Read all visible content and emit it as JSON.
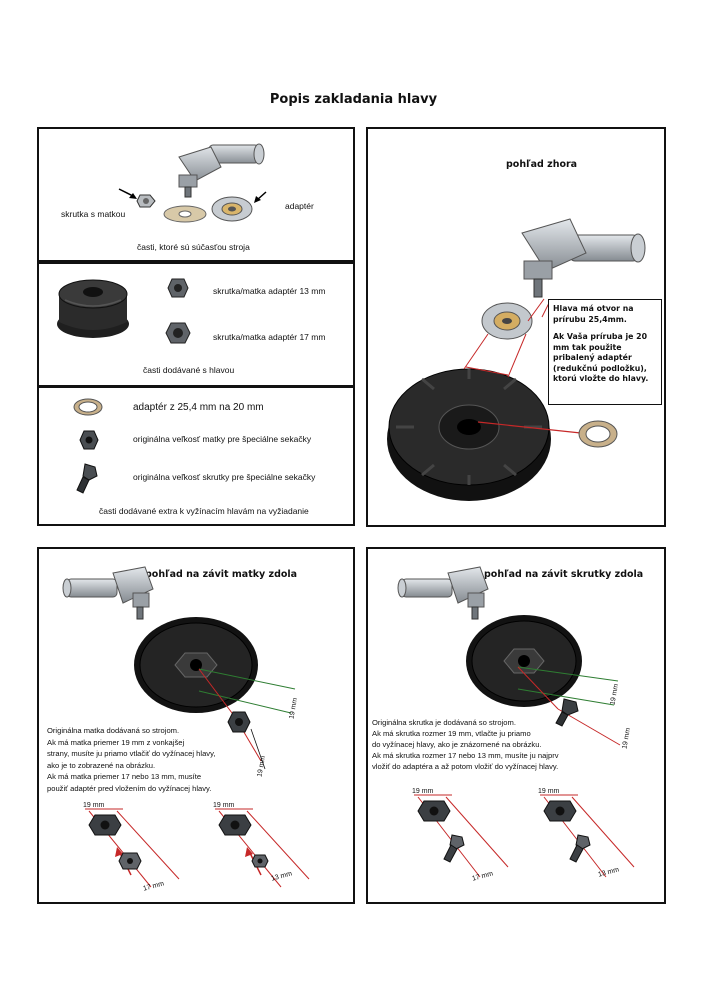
{
  "title": "Popis zakladania hlavy",
  "panel1": {
    "label_bolt_nut": "skrutka s matkou",
    "label_adapter": "adaptér",
    "caption": "časti, ktoré sú súčasťou stroja"
  },
  "panel2": {
    "label_13": "skrutka/matka adaptér 13 mm",
    "label_17": "skrutka/matka adaptér 17 mm",
    "caption": "časti dodávané s hlavou"
  },
  "panel3": {
    "label_adapter": "adaptér z 25,4 mm na 20 mm",
    "label_nut": "originálna veľkosť matky pre špeciálne sekačky",
    "label_bolt": "originálna veľkosť skrutky pre špeciálne sekačky",
    "caption": "časti dodávané extra k vyžínacím hlavám na vyžiadanie"
  },
  "panel4": {
    "heading": "pohľad zhora",
    "note_line1": "Hlava má otvor na",
    "note_line2": "prírubu 25,4mm.",
    "note_line3": "Ak Vaša príruba je 20",
    "note_line4": "mm tak použite",
    "note_line5": "pribalený adaptér",
    "note_line6": "(redukčnú podložku),",
    "note_line7": "ktorú vložte do hlavy."
  },
  "panel5": {
    "heading": "pohľad na závit matky zdola",
    "text_line1": "Originálna matka dodávaná so strojom.",
    "text_line2": "Ak má matka priemer 19 mm z vonkajšej",
    "text_line3": "strany, musíte ju priamo  vtlačiť do vyžínacej hlavy,",
    "text_line4": "ako je to zobrazené na obrázku.",
    "text_line5": "Ak má matka priemer 17 nebo 13 mm, musíte",
    "text_line6": " použiť adaptér pred vložením do vyžínacej hlavy.",
    "dim_19a": "19 mm",
    "dim_19b": "19 mm",
    "dim_19c": "19 mm",
    "dim_19d": "19 mm",
    "dim_17": "17 mm",
    "dim_13": "13 mm"
  },
  "panel6": {
    "heading": "pohľad na závit skrutky zdola",
    "text_line1": "Originálna skrutka je dodávaná so strojom.",
    "text_line2": "Ak má skrutka rozmer 19 mm, vtlačte ju priamo",
    "text_line3": "do vyžínacej hlavy, ako je znázornené na obrázku.",
    "text_line4": "Ak má skrutka rozmer 17 nebo 13 mm, musíte ju najprv",
    "text_line5": "vložiť do adaptéra a až potom vložiť do vyžínacej hlavy.",
    "dim_19a": "19 mm",
    "dim_19b": "19 mm",
    "dim_19c": "19 mm",
    "dim_19d": "19 mm",
    "dim_17": "17 mm",
    "dim_13": "13 mm"
  }
}
